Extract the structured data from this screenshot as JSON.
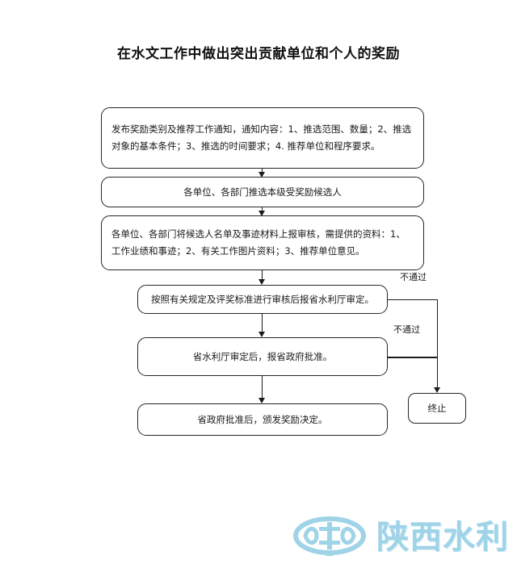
{
  "page": {
    "title": "在水文工作中做出突出贡献单位和个人的奖励"
  },
  "flowchart": {
    "type": "flowchart",
    "nodes": [
      {
        "id": "publish",
        "shape": "rounded-rect",
        "text": "发布奖励类别及推荐工作通知，通知内容：1、推选范围、数量；2、推选对象的基本条件；3、推选的时间要求；4. 推荐单位和程序要求。"
      },
      {
        "id": "nominate",
        "shape": "rounded-rect",
        "text": "各单位、各部门推选本级受奖励候选人"
      },
      {
        "id": "submit",
        "shape": "rounded-rect",
        "text": "各单位、各部门将候选人名单及事迹材料上报审核，需提供的资料：1、工作业绩和事迹；2、有关工作图片资料；3、推荐单位意见。"
      },
      {
        "id": "review",
        "shape": "rounded-rect",
        "text": "按照有关规定及评奖标准进行审核后报省水利厅审定。"
      },
      {
        "id": "approve",
        "shape": "rounded-rect",
        "text": "省水利厅审定后，报省政府批准。"
      },
      {
        "id": "issue",
        "shape": "rounded-rect",
        "text": "省政府批准后，颁发奖励决定。"
      },
      {
        "id": "terminate",
        "shape": "rounded-rect",
        "text": "终止"
      }
    ],
    "edge_labels": {
      "reject_from_review": "不通过",
      "reject_from_approve": "不通过"
    }
  },
  "footer": {
    "logo_text": "陕西水利",
    "logo_mark": "shaanxi-water-emblem-icon",
    "logo_color": "#9fd3e8"
  }
}
